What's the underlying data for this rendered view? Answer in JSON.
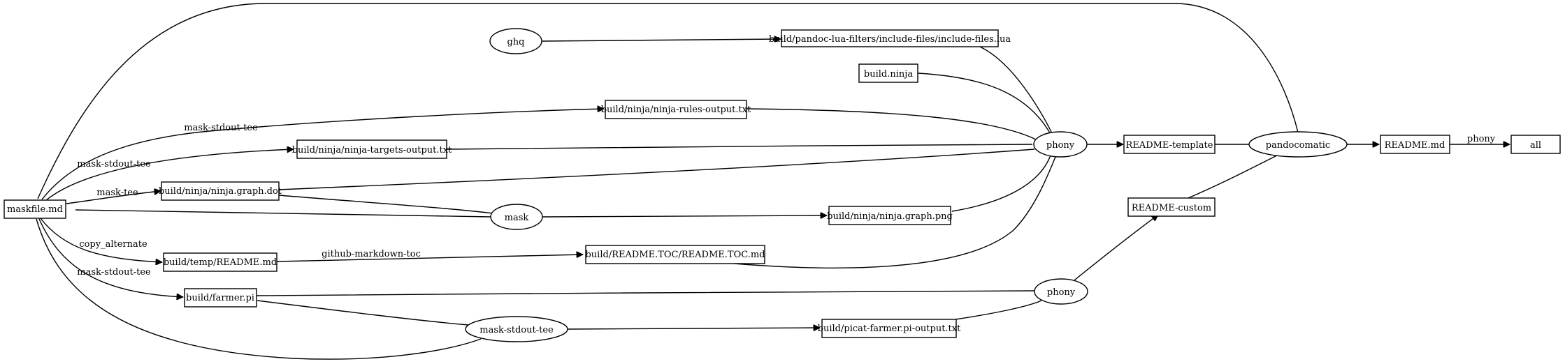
{
  "nodes": {
    "maskfile": "maskfile.md",
    "ghq": "ghq",
    "include_files": "build/pandoc-lua-filters/include-files/include-files.lua",
    "build_ninja": "build.ninja",
    "rules_output": "build/ninja/ninja-rules-output.txt",
    "targets_output": "build/ninja/ninja-targets-output.txt",
    "graph_dot": "build/ninja/ninja.graph.dot",
    "mask": "mask",
    "graph_png": "build/ninja/ninja.graph.png",
    "temp_readme": "build/temp/README.md",
    "toc": "build/README.TOC/README.TOC.md",
    "farmer": "build/farmer.pi",
    "mask_stdout_tee": "mask-stdout-tee",
    "picat_output": "build/picat-farmer.pi-output.txt",
    "phony1": "phony",
    "phony2": "phony",
    "readme_template": "README-template",
    "readme_custom": "README-custom",
    "pandocomatic": "pandocomatic",
    "readme_md": "README.md",
    "all": "all"
  },
  "edge_labels": {
    "to_rules": "mask-stdout-tee",
    "to_targets": "mask-stdout-tee",
    "to_dot": "mask-tee",
    "to_temp": "copy_alternate",
    "to_farmer": "mask-stdout-tee",
    "to_toc": "github-markdown-toc",
    "to_all": "phony"
  },
  "colors": {
    "ink": "#000000",
    "background": "#ffffff"
  }
}
